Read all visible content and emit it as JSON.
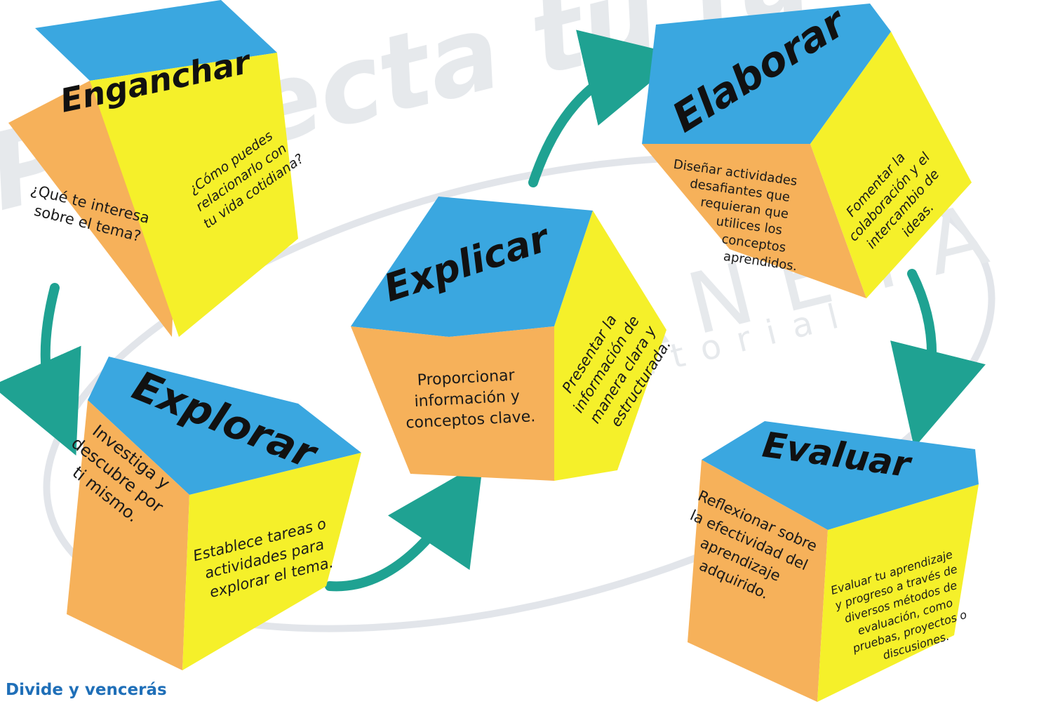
{
  "colors": {
    "top": "#3aa7e0",
    "left": "#f6b15a",
    "right": "#f5f02a",
    "arrow": "#1fa292",
    "caption": "#1f6fb8",
    "watermark": "#d9dde3"
  },
  "watermark": {
    "line1": "Proyecta tu fu",
    "brand": "PLANETA",
    "sub": "editorial"
  },
  "cubes": {
    "enganchar": {
      "title": "Enganchar",
      "left_lines": [
        "¿Qué te interesa",
        "sobre el tema?"
      ],
      "right_lines": [
        "¿Cómo puedes",
        "relacionarlo con",
        "tu vida cotidiana?"
      ]
    },
    "explorar": {
      "title": "Explorar",
      "left_lines": [
        "Investiga y",
        "descubre por",
        "ti mismo."
      ],
      "right_lines": [
        "Establece tareas o",
        "actividades para",
        "explorar el tema."
      ]
    },
    "explicar": {
      "title": "Explicar",
      "left_lines": [
        "Proporcionar",
        "información y",
        "conceptos clave."
      ],
      "right_lines": [
        "Presentar la",
        "información de",
        "manera clara y",
        "estructurada."
      ]
    },
    "elaborar": {
      "title": "Elaborar",
      "left_lines": [
        "Diseñar actividades",
        "desafiantes que",
        "requieran que",
        "utilices los",
        "conceptos",
        "aprendidos."
      ],
      "right_lines": [
        "Fomentar la",
        "colaboración y el",
        "intercambio de",
        "ideas."
      ]
    },
    "evaluar": {
      "title": "Evaluar",
      "left_lines": [
        "Reflexionar sobre",
        "la efectividad del",
        "aprendizaje",
        "adquirido."
      ],
      "right_lines": [
        "Evaluar tu aprendizaje",
        "y progreso a través de",
        "diversos métodos de",
        "evaluación, como",
        "pruebas, proyectos o",
        "discusiones."
      ]
    }
  },
  "caption": "Divide y vencerás"
}
